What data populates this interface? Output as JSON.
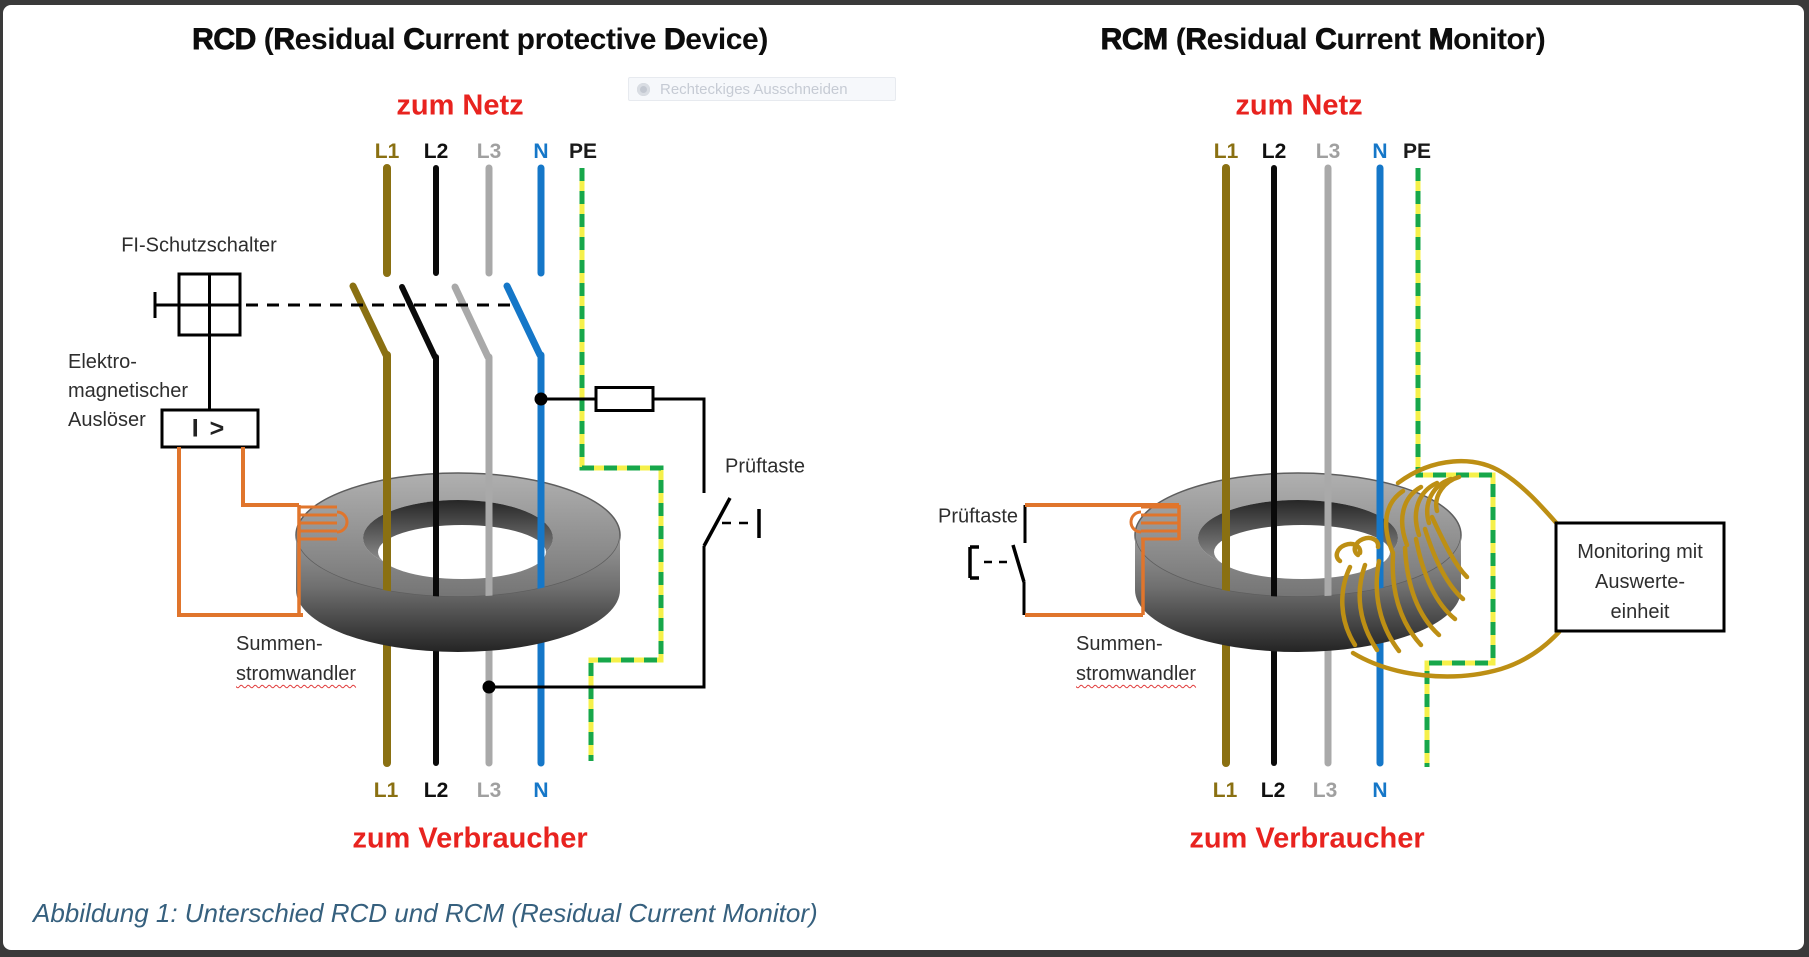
{
  "window": {
    "frame_color": "#3a3a3a",
    "background": "#ffffff"
  },
  "snip_overlay": {
    "label": "Rechteckiges Ausschneiden",
    "icon": "snip-mode-icon"
  },
  "caption": {
    "text": "Abbildung 1: Unterschied RCD und RCM (Residual Current Monitor)",
    "color": "#36607e"
  },
  "colors": {
    "l1_wire": "#8a7012",
    "l2_wire": "#000000",
    "l3_wire": "#a9a9a9",
    "n_wire": "#1577c8",
    "pe_yellow": "#f5f04a",
    "pe_green": "#17a74a",
    "trip_coil_orange": "#e0752c",
    "winding_gold": "#bd8f14",
    "net_label_red": "#e8231f",
    "toroid_gray": "#8f8f8f"
  },
  "left_diagram": {
    "title_segments": [
      {
        "t": "RCD",
        "h": true
      },
      {
        "t": " ("
      },
      {
        "t": "R",
        "h": true
      },
      {
        "t": "esidual "
      },
      {
        "t": "C",
        "h": true
      },
      {
        "t": "urrent protective "
      },
      {
        "t": "D",
        "h": true
      },
      {
        "t": "evice)"
      }
    ],
    "zum_netz": "zum Netz",
    "zum_verbraucher": "zum Verbraucher",
    "top_labels": [
      "L1",
      "L2",
      "L3",
      "N",
      "PE"
    ],
    "bottom_labels": [
      "L1",
      "L2",
      "L3",
      "N"
    ],
    "fi_schutzschalter": "FI-Schutzschalter",
    "ausloeser_lines": [
      "Elektro-",
      "magnetischer",
      "Auslöser"
    ],
    "ausloeser_symbol": "I >",
    "wandler_lines": [
      "Summen-",
      "stromwandler"
    ],
    "prueftaste": "Prüftaste"
  },
  "right_diagram": {
    "title_segments": [
      {
        "t": "RCM",
        "h": true
      },
      {
        "t": " ("
      },
      {
        "t": "R",
        "h": true
      },
      {
        "t": "esidual "
      },
      {
        "t": "C",
        "h": true
      },
      {
        "t": "urrent "
      },
      {
        "t": "M",
        "h": true
      },
      {
        "t": "onitor)"
      }
    ],
    "zum_netz": "zum Netz",
    "zum_verbraucher": "zum Verbraucher",
    "top_labels": [
      "L1",
      "L2",
      "L3",
      "N",
      "PE"
    ],
    "bottom_labels": [
      "L1",
      "L2",
      "L3",
      "N"
    ],
    "prueftaste": "Prüftaste",
    "wandler_lines": [
      "Summen-",
      "stromwandler"
    ],
    "monitoring_lines": [
      "Monitoring mit",
      "Auswerte-",
      "einheit"
    ]
  }
}
